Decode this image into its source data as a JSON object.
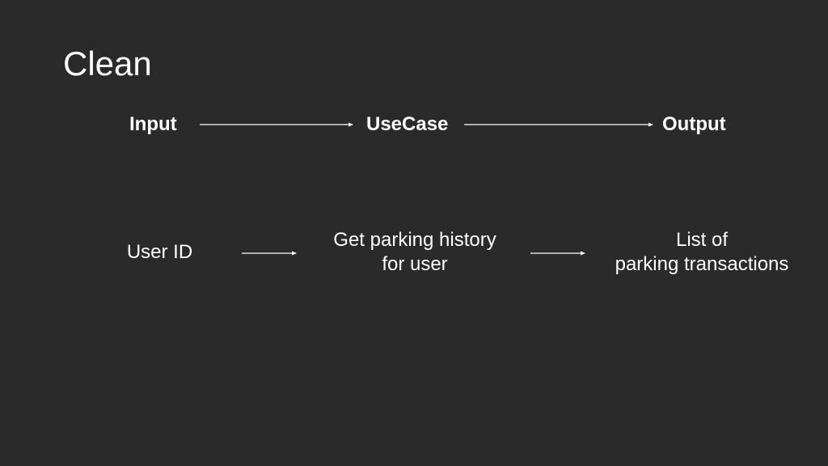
{
  "slide": {
    "title": "Clean"
  },
  "header_row": {
    "input": "Input",
    "usecase": "UseCase",
    "output": "Output"
  },
  "example_row": {
    "input": "User ID",
    "usecase_line1": "Get parking history",
    "usecase_line2": "for user",
    "output_line1": "List of",
    "output_line2": "parking transactions"
  },
  "colors": {
    "background": "#2a2a2a",
    "foreground": "#ffffff"
  }
}
